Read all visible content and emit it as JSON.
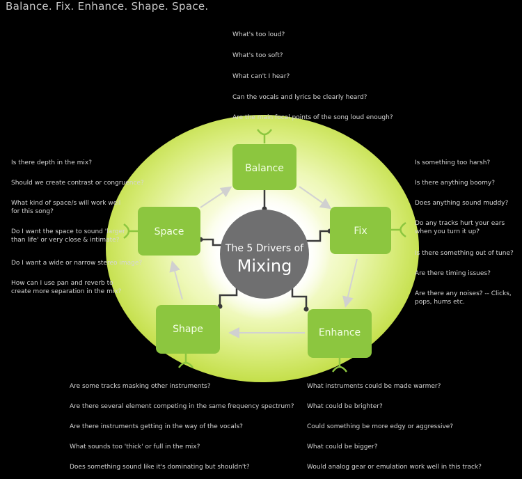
{
  "title": "Balance. Fix. Enhance. Shape. Space.",
  "center": {
    "line1": "The 5 Drivers of",
    "line2": "Mixing"
  },
  "nodes": {
    "balance": "Balance",
    "fix": "Fix",
    "enhance": "Enhance",
    "shape": "Shape",
    "space": "Space"
  },
  "colors": {
    "node": "#8cc63f",
    "glow": "#e9f7a6",
    "hub": "#6f6f70",
    "arrow": "#d9d9d9",
    "connector": "#333333"
  },
  "questions": {
    "balance": [
      "What's too loud?",
      "What's too soft?",
      "What can't I hear?",
      "Can the vocals and lyrics be clearly heard?",
      "Are the main focal points of the song loud enough?"
    ],
    "fix": [
      "Is something too harsh?",
      "Is there anything boomy?",
      "Does anything sound muddy?",
      "Do any tracks hurt your ears when you turn it up?",
      "Is there something out of tune?",
      "Are there timing issues?",
      "Are there any noises? -- Clicks, pops, hums etc."
    ],
    "space": [
      "Is there depth in the mix?",
      "Should we create contrast or congruence?",
      "What kind of space/s will work well for this song?",
      "Do I want the space to sound 'larger than life' or very close & intimate?",
      "Do I want a wide or narrow stereo image?",
      "How can I use pan and reverb to create more separation in the mix?"
    ],
    "shape": [
      "Are some tracks masking other instruments?",
      "Are there several element competing in the same frequency spectrum?",
      "Are there instruments getting in the way of the vocals?",
      "What sounds too 'thick' or full in the mix?",
      "Does something sound like it's dominating but shouldn't?"
    ],
    "enhance": [
      "What instruments could be made warmer?",
      "What could be brighter?",
      "Could something be more edgy or aggressive?",
      "What could be bigger?",
      "Would analog gear or emulation work well in this track?"
    ]
  }
}
